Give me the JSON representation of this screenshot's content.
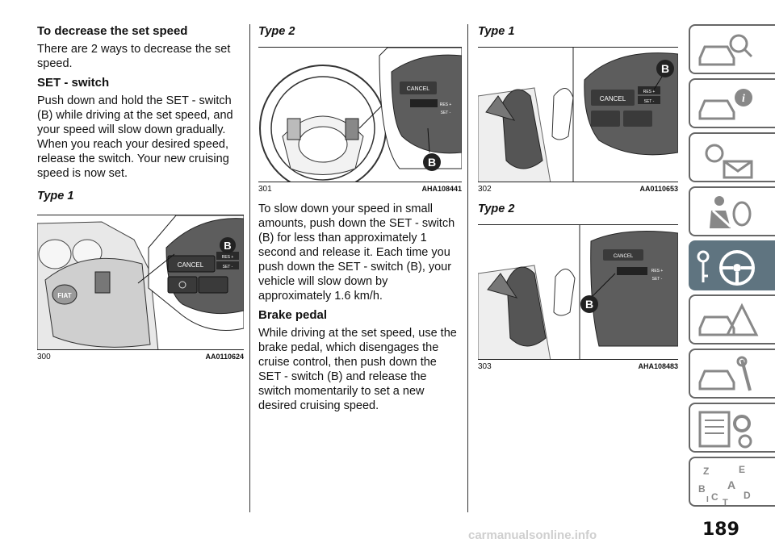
{
  "col1": {
    "heading": "To decrease the set speed",
    "intro": "There are 2 ways to decrease the set speed.",
    "sub1": "SET - switch",
    "body1": "Push down and hold the SET - switch (B) while driving at the set speed, and your speed will slow down gradually. When you reach your desired speed, release the switch. Your new cruising speed is now set.",
    "type1": "Type 1",
    "fig300": {
      "num": "300",
      "code": "AA0110624",
      "badge": "B",
      "cancel": "CANCEL",
      "res": "RES +",
      "set": "SET -",
      "logo": "FIAT"
    }
  },
  "col2": {
    "type2": "Type 2",
    "fig301": {
      "num": "301",
      "code": "AHA108441",
      "badge": "B",
      "cancel": "CANCEL",
      "res": "RES +",
      "set": "SET -"
    },
    "body2": "To slow down your speed in small amounts, push down the SET - switch (B) for less than approximately 1 second and release it. Each time you push down the SET - switch (B), your vehicle will slow down by approximately 1.6 km/h.",
    "sub2": "Brake pedal",
    "body3": "While driving at the set speed, use the brake pedal, which disengages the cruise control, then push down the SET - switch (B) and release the switch momentarily to set a new desired cruising speed."
  },
  "col3": {
    "type1": "Type 1",
    "fig302": {
      "num": "302",
      "code": "AA0110653",
      "badge": "B",
      "cancel": "CANCEL",
      "res": "RES +",
      "set": "SET -"
    },
    "type2": "Type 2",
    "fig303": {
      "num": "303",
      "code": "AHA108483",
      "badge": "B",
      "cancel": "CANCEL",
      "res": "RES +",
      "set": "SET -"
    }
  },
  "sidebar": {
    "tabs": [
      {
        "icon": "car-search-icon",
        "active": false
      },
      {
        "icon": "car-info-icon",
        "active": false
      },
      {
        "icon": "warning-light-message-icon",
        "active": false
      },
      {
        "icon": "seatbelt-airbag-icon",
        "active": false
      },
      {
        "icon": "key-steering-wheel-icon",
        "active": true
      },
      {
        "icon": "car-breakdown-warning-icon",
        "active": false
      },
      {
        "icon": "car-maintenance-icon",
        "active": false
      },
      {
        "icon": "technical-data-icon",
        "active": false
      },
      {
        "icon": "alphabetical-index-icon",
        "active": false
      }
    ],
    "index_letters": [
      "Z",
      "E",
      "A",
      "B",
      "C",
      "D",
      "T",
      "I"
    ]
  },
  "page_number": "189",
  "watermark": "carmanualsonline.info"
}
